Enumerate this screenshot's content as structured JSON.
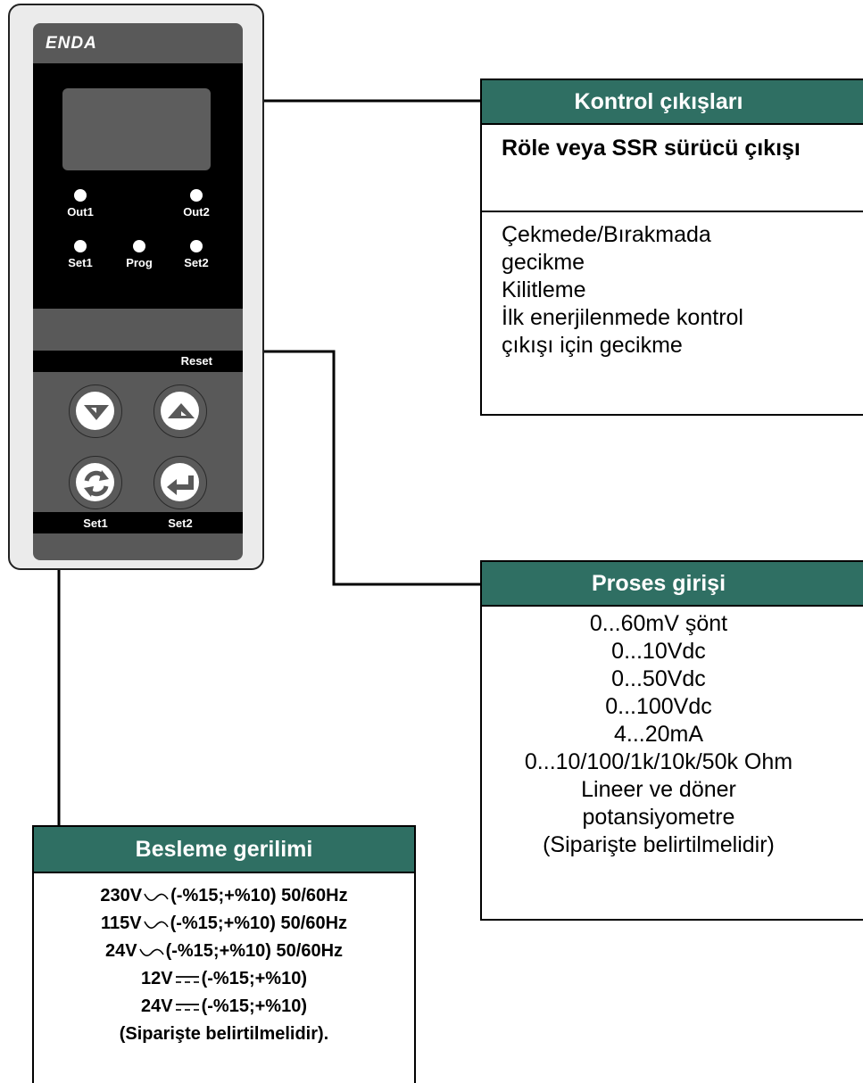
{
  "device": {
    "brand": "ENDA",
    "leds": [
      {
        "label": "Out1"
      },
      {
        "label": "Out2"
      },
      {
        "label": "Set1"
      },
      {
        "label": "Prog"
      },
      {
        "label": "Set2"
      }
    ],
    "reset_label": "Reset",
    "keys": [
      {
        "name": "down-key",
        "icon": "down-arrow-icon"
      },
      {
        "name": "up-key",
        "icon": "up-arrow-icon"
      },
      {
        "name": "set1-key",
        "icon": "cycle-icon"
      },
      {
        "name": "enter-key",
        "icon": "enter-icon"
      }
    ],
    "set_labels": [
      "Set1",
      "Set2"
    ]
  },
  "kontrol": {
    "title": "Kontrol çıkışları",
    "subtitle": "Röle veya SSR sürücü çıkışı",
    "features": [
      "Çekmede/Bırakmada",
      "gecikme",
      "Kilitleme",
      "İlk enerjilenmede kontrol",
      "çıkışı için gecikme"
    ]
  },
  "proses": {
    "title": "Proses girişi",
    "items": [
      "0...60mV şönt",
      "0...10Vdc",
      "0...50Vdc",
      "0...100Vdc",
      "4...20mA",
      "0...10/100/1k/10k/50k Ohm",
      "Lineer ve döner",
      "potansiyometre",
      "(Siparişte belirtilmelidir)"
    ]
  },
  "besleme": {
    "title": "Besleme gerilimi",
    "items": [
      {
        "voltage": "230V",
        "symbol": "ac",
        "range": "(-%15;+%10) 50/60Hz"
      },
      {
        "voltage": "115V",
        "symbol": "ac",
        "range": "(-%15;+%10) 50/60Hz"
      },
      {
        "voltage": "24V",
        "symbol": "ac",
        "range": "(-%15;+%10) 50/60Hz"
      },
      {
        "voltage": "12V",
        "symbol": "dc",
        "range": "(-%15;+%10)"
      },
      {
        "voltage": "24V",
        "symbol": "dc",
        "range": "(-%15;+%10)"
      }
    ],
    "note": "(Siparişte belirtilmelidir)."
  },
  "colors": {
    "header_green": "#2f6f63",
    "device_body": "#ebebeb",
    "faceplate": "#595959"
  }
}
